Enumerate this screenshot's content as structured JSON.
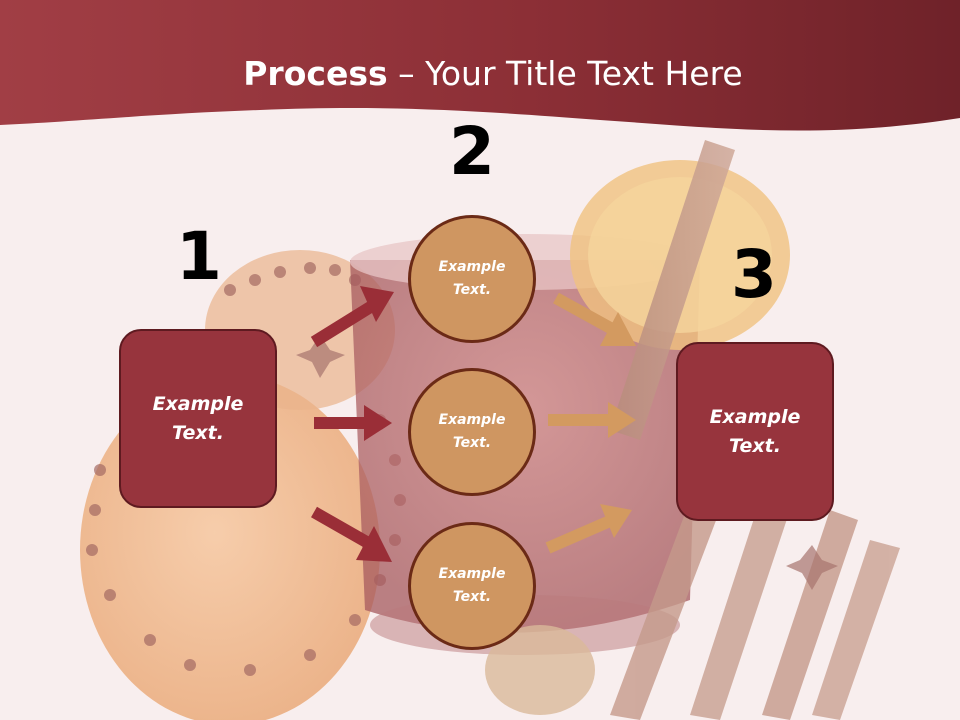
{
  "title": {
    "bold": "Process",
    "rest": " – Your Title Text Here"
  },
  "steps": [
    {
      "number": "1",
      "label": "Example\nText."
    },
    {
      "number": "2",
      "items": [
        "Example\nText.",
        "Example\nText.",
        "Example\nText."
      ]
    },
    {
      "number": "3",
      "label": "Example\nText."
    }
  ],
  "colors": {
    "header": "#8c2f36",
    "box_fill": "#97343d",
    "circle_fill": "#cf9661",
    "arrow_left": "#9a2e37",
    "arrow_right": "#d39a60"
  }
}
